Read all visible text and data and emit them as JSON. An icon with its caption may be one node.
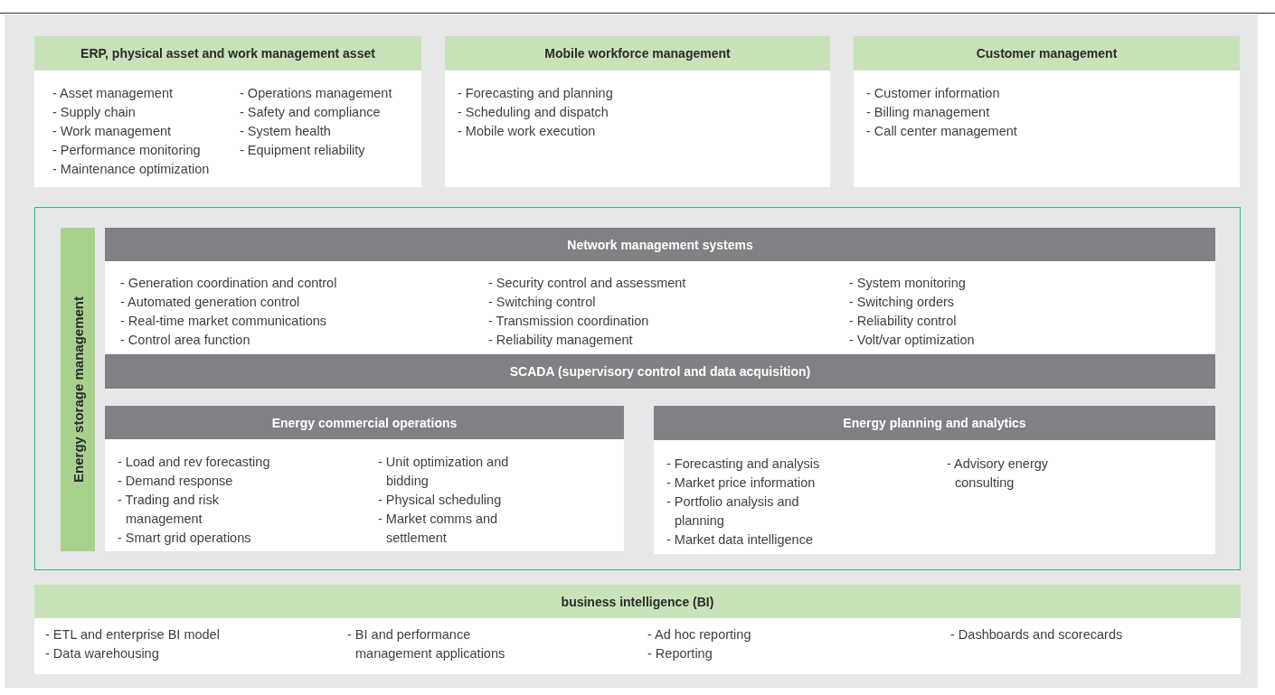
{
  "diagram": {
    "nodes": [
      {
        "text": [
          "ERP, physical asset and work management asset",
          "- Asset management",
          "- Supply chain",
          "- Work management",
          "- Performance monitoring",
          "- Maintenance optimization",
          "- Operations management",
          "- Safety and compliance",
          "- System health",
          "- Equipment reliability"
        ]
      },
      {
        "text": [
          "Mobile workforce management",
          "- Forecasting and planning",
          "- Scheduling and dispatch",
          "- Mobile work execution"
        ]
      },
      {
        "text": [
          "Customer management",
          "- Customer information",
          "- Billing management",
          "- Call center management"
        ]
      },
      {
        "text": [],
        "shape": "box"
      },
      {
        "text": [
          "Energy storage management"
        ],
        "in": 3
      },
      {
        "text": [
          "Network management systems",
          "- Generation coordination and control",
          "- Automated generation control",
          "- Real-time market communications",
          "- Control area function",
          "- Security control and assessment",
          "- Switching control",
          "- Transmission coordination",
          "- Reliability management",
          "- System monitoring",
          "- Switching orders",
          "- Reliability control",
          "- Volt/var optimization"
        ],
        "in": 3
      },
      {
        "text": [
          "SCADA (supervisory control and data acquisition)"
        ],
        "in": 3
      },
      {
        "text": [
          "Energy commercial operations",
          "- Load and rev forecasting",
          "- Demand response",
          "- Trading and risk management",
          "- Smart grid operations",
          "- Unit optimization and bidding",
          "- Physical scheduling",
          "- Market comms and settlement"
        ],
        "in": 3
      },
      {
        "text": [
          "Energy planning and analytics",
          "- Forecasting and analysis",
          "- Market price information",
          "- Portfolio analysis and planning",
          "- Market data intelligence",
          "- Advisory energy consulting"
        ],
        "in": 3
      },
      {
        "text": [
          "business intelligence (BI)",
          "- ETL and enterprise BI model",
          "- Data warehousing",
          "- BI and performance management applications",
          "- Ad hoc reporting",
          "- Reporting",
          "- Dashboards and scorecards"
        ]
      }
    ],
    "edges": []
  }
}
